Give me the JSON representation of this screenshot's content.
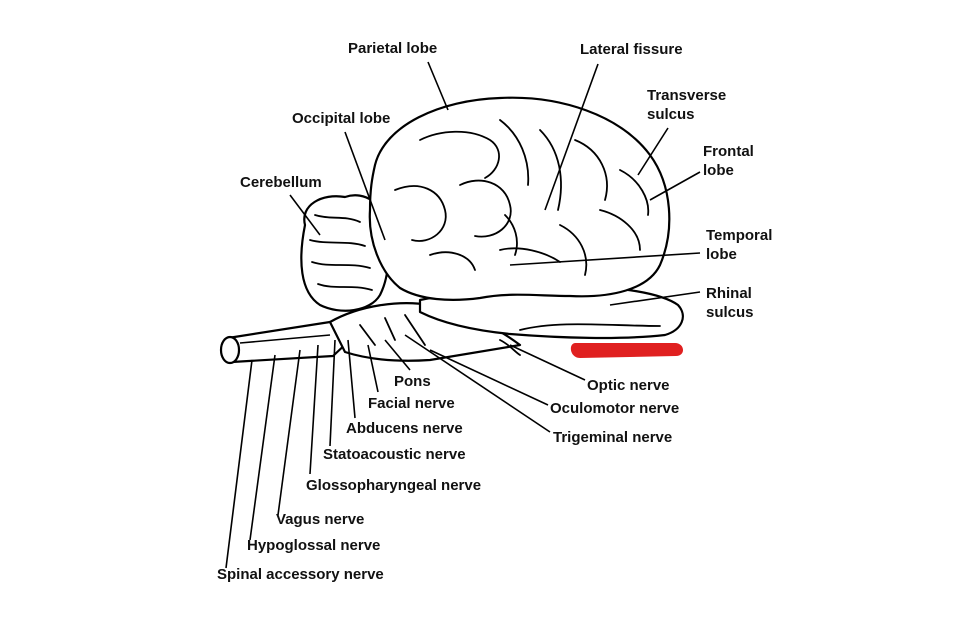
{
  "labels": {
    "parietal": "Parietal lobe",
    "lateral": "Lateral fissure",
    "transverse_1": "Transverse",
    "transverse_2": "sulcus",
    "frontal_1": "Frontal",
    "frontal_2": "lobe",
    "occipital": "Occipital lobe",
    "cerebellum": "Cerebellum",
    "temporal_1": "Temporal",
    "temporal_2": "lobe",
    "rhinal_1": "Rhinal",
    "rhinal_2": "sulcus",
    "pons": "Pons",
    "facial": "Facial nerve",
    "abducens": "Abducens nerve",
    "statoacoustic": "Statoacoustic nerve",
    "glossopharyngeal": "Glossopharyngeal nerve",
    "vagus": "Vagus nerve",
    "hypoglossal": "Hypoglossal nerve",
    "spinal": "Spinal accessory nerve",
    "optic": "Optic nerve",
    "oculomotor": "Oculomotor nerve",
    "trigeminal": "Trigeminal nerve"
  },
  "colors": {
    "redaction": "#e02020",
    "ink": "#000000"
  }
}
